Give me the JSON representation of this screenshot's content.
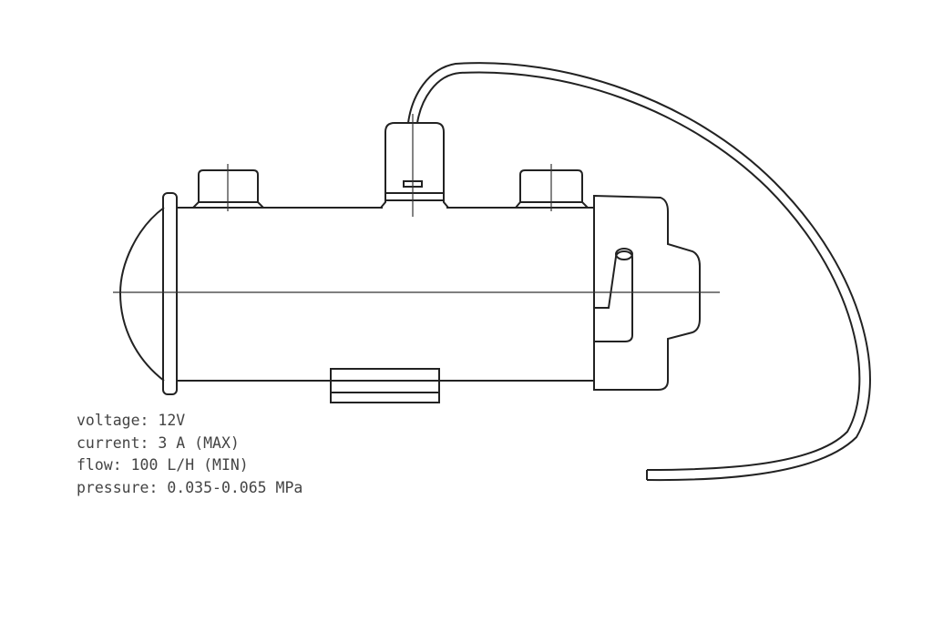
{
  "specs": {
    "voltage": "voltage: 12V",
    "current": "current: 3 A (MAX)",
    "flow": "flow: 100 L/H (MIN)",
    "pressure": "pressure: 0.035-0.065 MPa"
  }
}
